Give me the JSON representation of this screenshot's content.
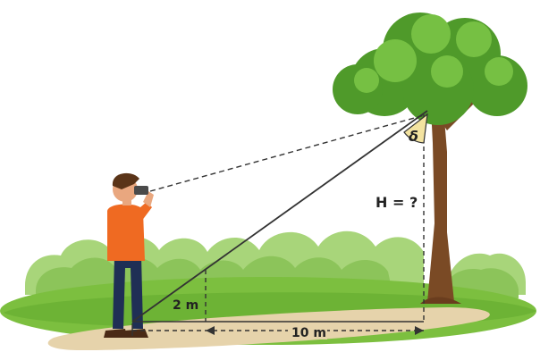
{
  "labels": {
    "height_question": "H = ?",
    "short_distance": "2 m",
    "long_distance": "10 m",
    "angle_symbol": "δ"
  },
  "colors": {
    "sky": "#ffffff",
    "grass": "#7cbf3f",
    "grass_dark": "#5a9a2c",
    "bush": "#8cc45a",
    "bush_light": "#a8d57a",
    "path": "#e6d3ab",
    "trunk": "#7a4a25",
    "foliage": "#4f9a2a",
    "foliage_light": "#76c043",
    "shirt": "#ef6a22",
    "pants": "#1f2f55",
    "hair": "#5a3418",
    "skin": "#e9a77f",
    "line": "#333333",
    "angle_fill": "#f3e3a0"
  }
}
